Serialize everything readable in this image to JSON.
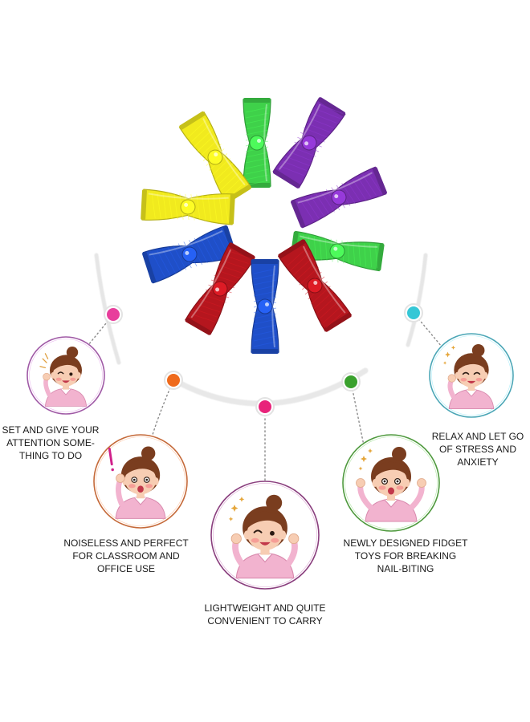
{
  "benefits": [
    {
      "id": "attention",
      "text": "SET AND GIVE YOUR\nATTENTION SOME-\nTHING TO DO",
      "ring_color": "#a05aa6",
      "dot_color": "#e83e9c"
    },
    {
      "id": "noiseless",
      "text": "NOISELESS AND PERFECT\nFOR CLASSROOM AND\nOFFICE USE",
      "ring_color": "#c56a3a",
      "dot_color": "#ef6a1c"
    },
    {
      "id": "lightweight",
      "text": "LIGHTWEIGHT AND QUITE\nCONVENIENT TO CARRY",
      "ring_color": "#8a3f7e",
      "dot_color": "#e8237a"
    },
    {
      "id": "nail-biting",
      "text": "NEWLY DESIGNED FIDGET\nTOYS FOR BREAKING\nNAIL-BITING",
      "ring_color": "#4f9a3e",
      "dot_color": "#3aa12d"
    },
    {
      "id": "relax",
      "text": "RELAX AND LET GO\nOF STRESS AND\nANXIETY",
      "ring_color": "#4aa6b6",
      "dot_color": "#35c7d6"
    }
  ],
  "colors": {
    "green": "#3fd14a",
    "purple": "#7b2fb2",
    "yellow": "#f1ea1e",
    "blue": "#1f4fc8",
    "red": "#b5161e",
    "skin": "#f7cdb3",
    "hair": "#7a3d1f",
    "shirt": "#f2b3cf",
    "cheek": "#f58e8e"
  },
  "toys": [
    {
      "color": "purple"
    },
    {
      "color": "green"
    },
    {
      "color": "yellow"
    },
    {
      "color": "purple"
    },
    {
      "color": "yellow"
    },
    {
      "color": "green"
    },
    {
      "color": "blue"
    },
    {
      "color": "red"
    },
    {
      "color": "blue"
    },
    {
      "color": "red"
    }
  ]
}
